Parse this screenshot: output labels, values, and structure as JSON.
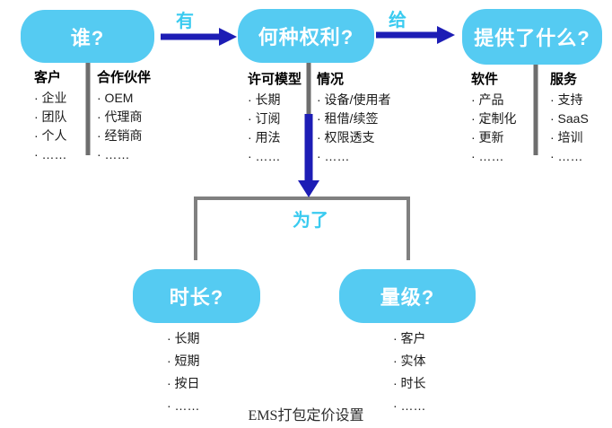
{
  "caption": "EMS打包定价设置",
  "colors": {
    "bubble": "#55cbf2",
    "label": "#3acbf0",
    "arrow": "#1d1db5",
    "connector": "#808080",
    "divider": "#6e6e6e"
  },
  "labels": {
    "have": "有",
    "give": "给",
    "for": "为了"
  },
  "bubbles": {
    "who": "谁?",
    "rights": "何种权利?",
    "provided": "提供了什么?",
    "duration": "时长?",
    "magnitude": "量级?"
  },
  "lists": {
    "who_customer": {
      "header": "客户",
      "items": [
        "· 企业",
        "· 团队",
        "· 个人",
        "· ……"
      ]
    },
    "who_partner": {
      "header": "合作伙伴",
      "items": [
        "· OEM",
        "· 代理商",
        "· 经销商",
        "· ……"
      ]
    },
    "rights_license": {
      "header": "许可模型",
      "items": [
        "· 长期",
        "· 订阅",
        "· 用法",
        "· ……"
      ]
    },
    "rights_case": {
      "header": "情况",
      "items": [
        "· 设备/使用者",
        "· 租借/续签",
        "· 权限透支",
        "· ……"
      ]
    },
    "provided_software": {
      "header": "软件",
      "items": [
        "· 产品",
        "· 定制化",
        "· 更新",
        "· ……"
      ]
    },
    "provided_service": {
      "header": "服务",
      "items": [
        "· 支持",
        "· SaaS",
        "· 培训",
        "· ……"
      ]
    },
    "duration": {
      "items": [
        "· 长期",
        "· 短期",
        "· 按日",
        "· ……"
      ]
    },
    "magnitude": {
      "items": [
        "· 客户",
        "· 实体",
        "· 时长",
        "· ……"
      ]
    }
  }
}
